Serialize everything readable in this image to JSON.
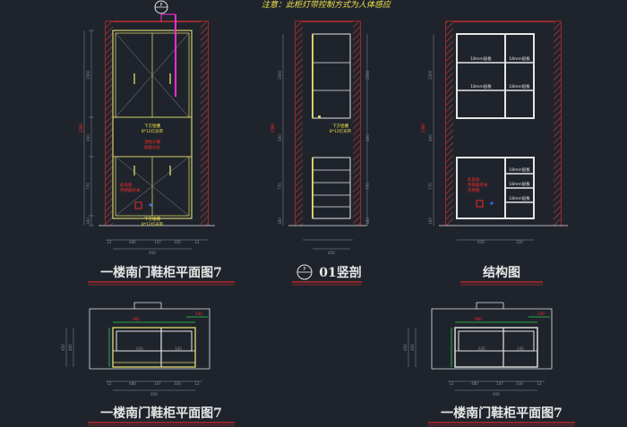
{
  "header_note": "注意：此柜灯带控制方式为人体感应",
  "marker_label": "P",
  "section_marker_label": "P",
  "colors": {
    "background": "#1f242c",
    "wall": "#e0312d",
    "cabinet": "#d6cf6a",
    "white": "#e6e6e6",
    "dim": "#8a8f96",
    "led": "#ff2bd6",
    "note_red": "#ff2a2a",
    "note_yellow": "#f2e14a",
    "green": "#2fcf4a",
    "blue": "#2f6bff"
  },
  "elevation": {
    "led_note_top": [
      "下方铝槽",
      "8*12灯光带"
    ],
    "mid_note": [
      "顶柱三棚",
      "层板分光"
    ],
    "sensor_note": [
      "此处放",
      "传感器开关"
    ],
    "led_note_bottom": [
      "下方铝槽",
      "8*12灯光带"
    ],
    "dims_left": [
      "1500",
      "400",
      "770",
      "160"
    ],
    "dim_total": "2580",
    "dims_bottom": [
      "12",
      "480",
      "147",
      "330",
      "12"
    ],
    "dim_bottom_total": "950",
    "caption": "一楼南门鞋柜平面图7"
  },
  "section": {
    "led_note": [
      "下方铝槽",
      "8*12灯光带"
    ],
    "dims_left": [
      "1500",
      "400",
      "770",
      "160"
    ],
    "dims_right": [
      "1500",
      "400",
      "770",
      "160"
    ],
    "dim_total": "2580",
    "dim_bottom": "450",
    "caption": "01竖剖"
  },
  "structure": {
    "shelf_label": "18mm层板",
    "sensor_note": [
      "此处放",
      "传感器开关",
      "见原图"
    ],
    "dims_left": [
      "1500",
      "400",
      "770",
      "160"
    ],
    "dim_total": "2580",
    "dims_bottom": [
      "630",
      "330"
    ],
    "caption": "结构图"
  },
  "plan_left": {
    "dim_top": "960",
    "dim_inner": "330",
    "label_left": "630",
    "label_right": "330",
    "dims_side": [
      "400",
      "450"
    ],
    "dims_bottom": [
      "12",
      "480",
      "147",
      "330",
      "12"
    ],
    "dim_bottom_total": "950",
    "caption": "一楼南门鞋柜平面图7"
  },
  "plan_right": {
    "dim_top": "960",
    "dim_inner": "330",
    "label_left": "630",
    "label_right": "330",
    "dims_side": [
      "400",
      "450"
    ],
    "dims_bottom": [
      "12",
      "480",
      "147",
      "330",
      "12"
    ],
    "dim_bottom_total": "950",
    "caption": "一楼南门鞋柜平面图7"
  }
}
